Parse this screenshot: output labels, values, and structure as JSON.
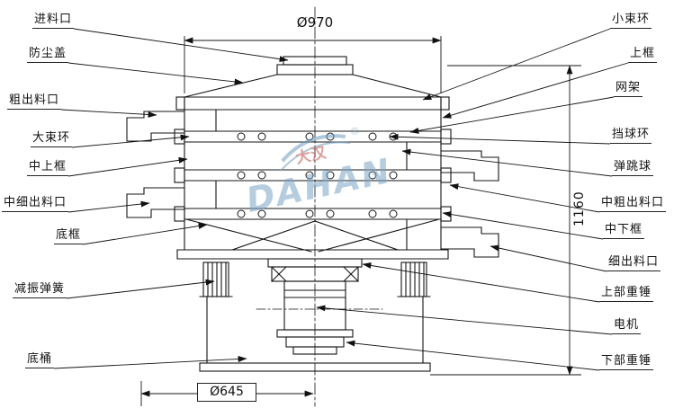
{
  "diagram": {
    "watermark": {
      "brand": "DAHAN",
      "registered": "®",
      "logo_text": "大汉"
    },
    "dimensions": {
      "top_diameter": "Ø970",
      "height": "1160",
      "base_diameter": "Ø645"
    },
    "labels_left": [
      {
        "text": "进料口"
      },
      {
        "text": "防尘盖"
      },
      {
        "text": "粗出料口"
      },
      {
        "text": "大束环"
      },
      {
        "text": "中上框"
      },
      {
        "text": "中细出料口"
      },
      {
        "text": "底框"
      },
      {
        "text": "减振弹簧"
      },
      {
        "text": "底桶"
      }
    ],
    "labels_right": [
      {
        "text": "小束环"
      },
      {
        "text": "上框"
      },
      {
        "text": "网架"
      },
      {
        "text": "挡球环"
      },
      {
        "text": "弹跳球"
      },
      {
        "text": "中粗出料口"
      },
      {
        "text": "中下框"
      },
      {
        "text": "细出料口"
      },
      {
        "text": "上部重锤"
      },
      {
        "text": "电机"
      },
      {
        "text": "下部重锤"
      }
    ]
  }
}
